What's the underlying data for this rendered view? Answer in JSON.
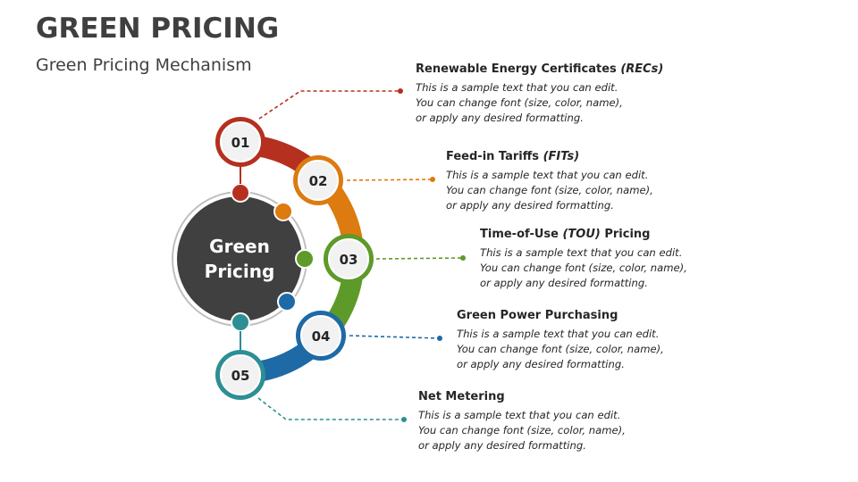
{
  "page": {
    "title": "GREEN PRICING",
    "subtitle": "Green Pricing Mechanism"
  },
  "center": {
    "line1": "Green",
    "line2": "Pricing",
    "color": "#404040"
  },
  "items": [
    {
      "number": "01",
      "head_main": "Renewable Energy Certificates ",
      "head_italic": "(RECs)",
      "head_suffix": "",
      "color": "#b5301f",
      "text": [
        "This is a sample text that you can edit.",
        "You can change font (size, color, name),",
        "or apply any desired formatting."
      ]
    },
    {
      "number": "02",
      "head_main": "Feed-in Tariffs ",
      "head_italic": "(FITs)",
      "head_suffix": "",
      "color": "#dd7a10",
      "text": [
        "This is a sample text that you can edit.",
        "You can change font (size, color, name),",
        "or apply any desired formatting."
      ]
    },
    {
      "number": "03",
      "head_main": "Time-of-Use ",
      "head_italic": "(TOU)",
      "head_suffix": " Pricing",
      "color": "#5e9a2a",
      "text": [
        "This is a sample text that you can edit.",
        "You can change font (size, color, name),",
        "or apply any desired formatting."
      ]
    },
    {
      "number": "04",
      "head_main": "Green Power Purchasing",
      "head_italic": "",
      "head_suffix": "",
      "color": "#1e6aa6",
      "text": [
        "This is a sample text that you can edit.",
        "You can change font (size, color, name),",
        "or apply any desired formatting."
      ]
    },
    {
      "number": "05",
      "head_main": "Net Metering",
      "head_italic": "",
      "head_suffix": "",
      "color": "#2d8f94",
      "text": [
        "This is a sample text that you can edit.",
        "You can change font (size, color, name),",
        "or apply any desired formatting."
      ]
    }
  ]
}
